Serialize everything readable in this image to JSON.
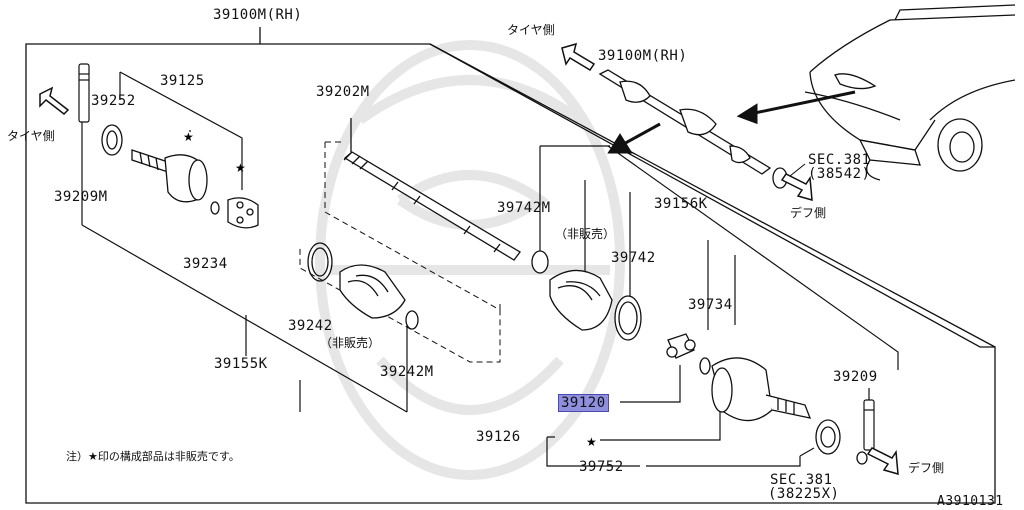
{
  "title": "39100M(RH)",
  "figure_id": "A3910131",
  "footnote": "注）★印の構成部品は非販売です。",
  "star_symbol": "★",
  "callouts": {
    "tire_side_left": "タイヤ側",
    "tire_side_top": "タイヤ側",
    "diff_side_mid": "デフ側",
    "diff_side_bottom": "デフ側",
    "not_sold_1": "（非販売）",
    "not_sold_2": "（非販売）",
    "sec381_top": "SEC.381",
    "sec381_top_ref": "(38542)",
    "sec381_bottom": "SEC.381",
    "sec381_bottom_ref": "(38225X)"
  },
  "parts": {
    "p39100m_inset": "39100M(RH)",
    "p39125": "39125",
    "p39252": "39252",
    "p39209m": "39209M",
    "p39234": "39234",
    "p39202m": "39202M",
    "p39742m": "39742M",
    "p39156k": "39156K",
    "p39742": "39742",
    "p39734": "39734",
    "p39242": "39242",
    "p39242m": "39242M",
    "p39155k": "39155K",
    "p39209": "39209",
    "p39120": "39120",
    "p39126": "39126",
    "p39752": "39752"
  },
  "colors": {
    "line": "#111111",
    "highlight": "#8f8fe0",
    "highlight_border": "#4a4ab0",
    "watermark": "#e6e6e6"
  }
}
